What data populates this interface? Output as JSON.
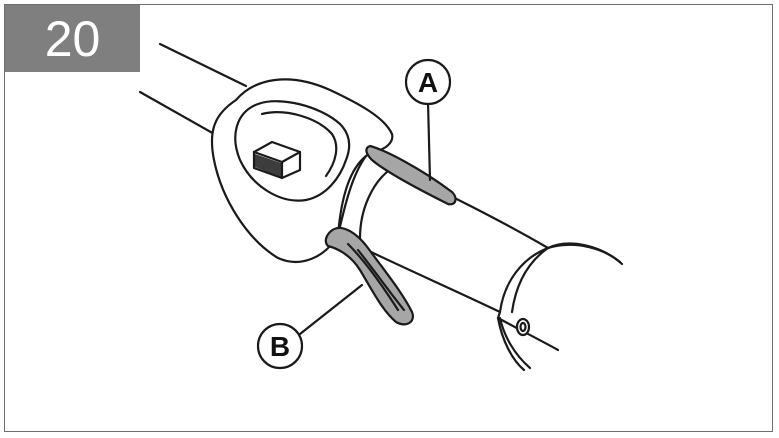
{
  "figure": {
    "number": "20"
  },
  "callouts": [
    {
      "id": "A",
      "label": "A"
    },
    {
      "id": "B",
      "label": "B"
    }
  ],
  "colors": {
    "badge_bg": "#7f7f7f",
    "badge_text": "#ffffff",
    "line": "#1a1a1a",
    "lever_fill": "#a6a6a6",
    "frame_border": "#6e6e6e"
  }
}
